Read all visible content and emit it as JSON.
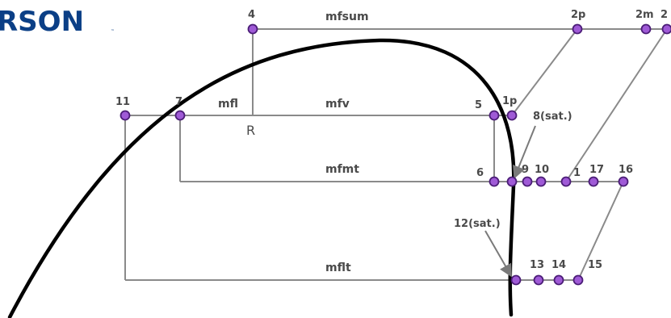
{
  "logo": {
    "text": "RSON",
    "tm": "™"
  },
  "nodes": {
    "n4": "4",
    "n2p": "2p",
    "n2m": "2m",
    "n2": "2",
    "n11": "11",
    "n7": "7",
    "n5": "5",
    "n1p": "1p",
    "n8": "8(sat.)",
    "n6": "6",
    "n9": "9",
    "n10": "10",
    "n1": "1",
    "n17": "17",
    "n16": "16",
    "n12": "12(sat.)",
    "n13": "13",
    "n14": "14",
    "n15": "15"
  },
  "flows": {
    "mfsum": "mfsum",
    "mfl": "mfl",
    "mfv": "mfv",
    "mfmt": "mfmt",
    "mflt": "mflt"
  },
  "receiver": "R",
  "colors": {
    "node_fill": "#9f5ad6",
    "node_stroke": "#4b1d77",
    "line": "#8a8a8a",
    "dome": "#000000",
    "logo": "#0b3f86"
  }
}
